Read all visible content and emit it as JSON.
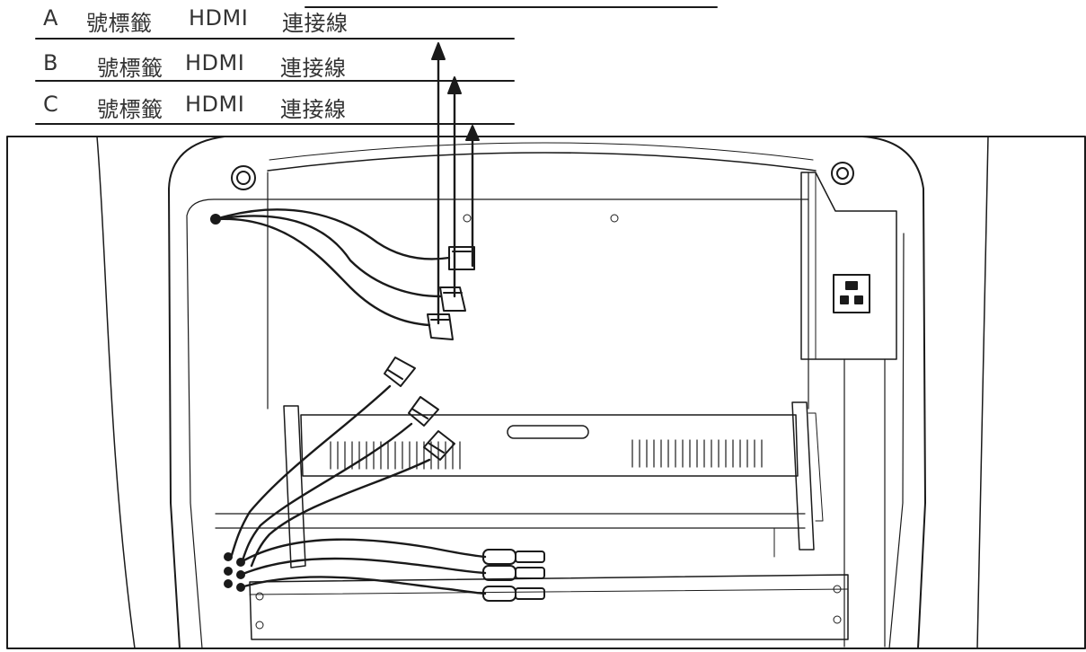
{
  "labels": [
    {
      "letter": "A",
      "tag": "號標籤",
      "type": "HDMI",
      "desc": "連接線"
    },
    {
      "letter": "B",
      "tag": "號標籤",
      "type": "HDMI",
      "desc": "連接線"
    },
    {
      "letter": "C",
      "tag": "號標籤",
      "type": "HDMI",
      "desc": "連接線"
    }
  ],
  "colors": {
    "line": "#1a1a1a",
    "panel": "#ffffff",
    "text": "#333333"
  }
}
